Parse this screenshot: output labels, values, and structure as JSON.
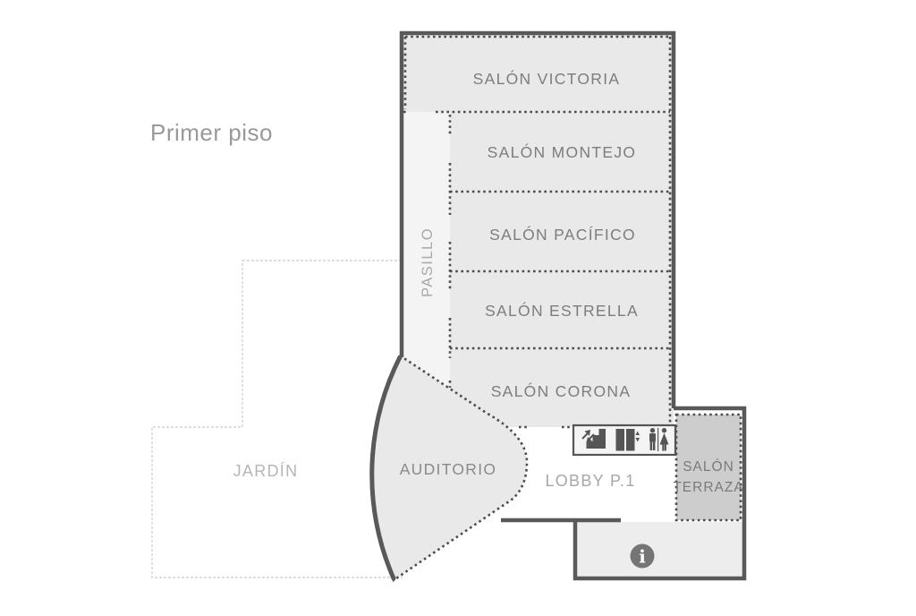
{
  "title": "Primer piso",
  "floor_plan": {
    "rooms": [
      {
        "id": "victoria",
        "label": "SALÓN VICTORIA"
      },
      {
        "id": "montejo",
        "label": "SALÓN MONTEJO"
      },
      {
        "id": "pacifico",
        "label": "SALÓN PACÍFICO"
      },
      {
        "id": "estrella",
        "label": "SALÓN ESTRELLA"
      },
      {
        "id": "corona",
        "label": "SALÓN CORONA"
      },
      {
        "id": "terraza",
        "label": "SALÓN TERRAZA",
        "label_line1": "SALÓN",
        "label_line2": "TERRAZA"
      }
    ],
    "areas": {
      "pasillo": "PASILLO",
      "jardin": "JARDÍN",
      "auditorio": "AUDITORIO",
      "lobby": "LOBBY P.1"
    },
    "icons": [
      {
        "name": "stairs-icon"
      },
      {
        "name": "elevator-icon"
      },
      {
        "name": "restroom-icon"
      },
      {
        "name": "info-icon",
        "glyph": "i"
      }
    ],
    "colors": {
      "wall": "#595959",
      "dotted_line": "#4d4d4d",
      "room_fill": "#e9e9e9",
      "pasillo_fill": "#f4f4f4",
      "terraza_fill": "#cdcdcd",
      "entrance_fill": "#ededed",
      "icon": "#555555",
      "label_text": "#7d7d7d",
      "light_text": "#b5b5b5",
      "title_text": "#999999"
    }
  }
}
